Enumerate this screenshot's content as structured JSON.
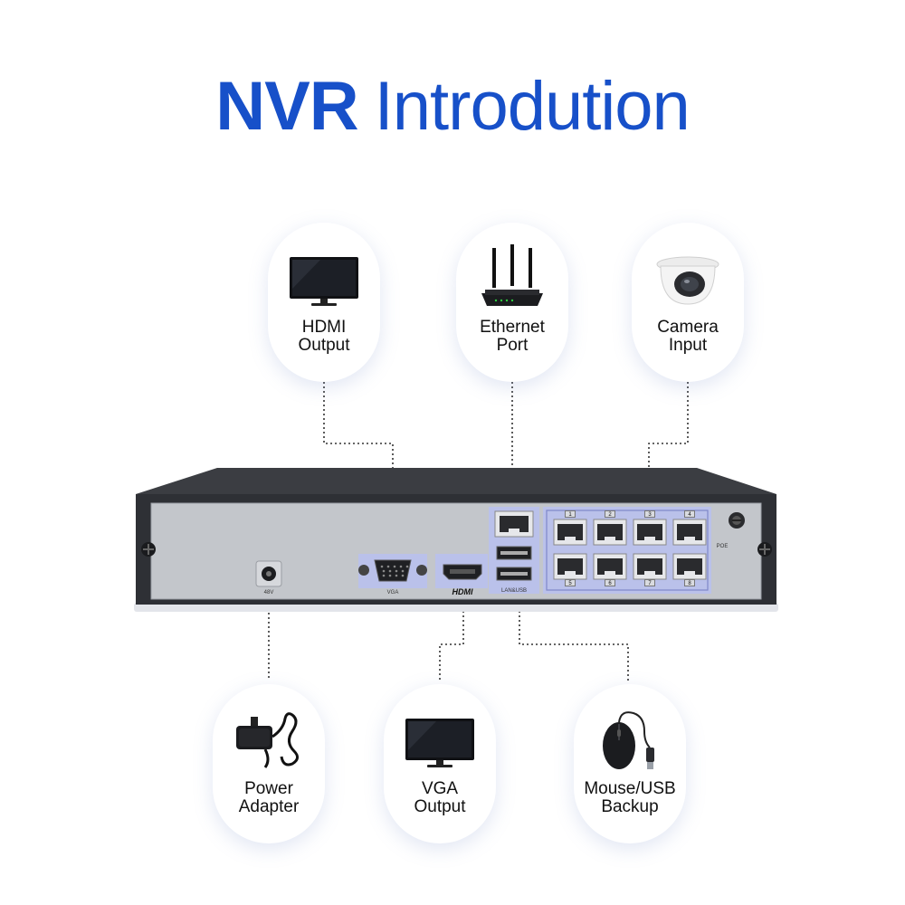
{
  "heading": {
    "bold": "NVR",
    "light": "Introdution"
  },
  "callouts": [
    {
      "id": "hdmi-output",
      "icon": "monitor-icon",
      "lines": [
        "HDMI",
        "Output"
      ]
    },
    {
      "id": "ethernet-port",
      "icon": "router-icon",
      "lines": [
        "Ethernet",
        "Port"
      ]
    },
    {
      "id": "camera-input",
      "icon": "dome-camera-icon",
      "lines": [
        "Camera",
        "Input"
      ]
    },
    {
      "id": "power-adapter",
      "icon": "power-adapter-icon",
      "lines": [
        "Power",
        "Adapter"
      ]
    },
    {
      "id": "vga-output",
      "icon": "monitor-icon",
      "lines": [
        "VGA",
        "Output"
      ]
    },
    {
      "id": "mouse-usb-backup",
      "icon": "mouse-icon",
      "lines": [
        "Mouse/USB",
        "Backup"
      ]
    }
  ],
  "device": {
    "port_labels": {
      "power": "48V",
      "vga": "VGA",
      "hdmi": "HDMI",
      "lan_usb": "LAN&USB",
      "poe": "POE"
    },
    "poe_port_numbers": [
      "1",
      "2",
      "3",
      "4",
      "5",
      "6",
      "7",
      "8"
    ]
  },
  "colors": {
    "brand_blue": "#1750c9",
    "highlight": "#b9bff0",
    "device_body": "#2e3035",
    "rear_panel": "#c3c6cb"
  }
}
